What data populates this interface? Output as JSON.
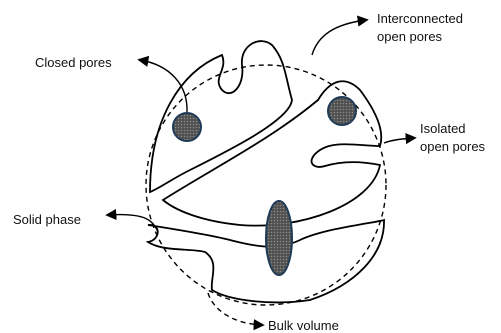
{
  "labels": {
    "closed_pores": "Closed pores",
    "interconnected_open_pores": [
      "Interconnected",
      "open pores"
    ],
    "isolated_open_pores": [
      "Isolated",
      "open pores"
    ],
    "solid_phase": "Solid phase",
    "bulk_volume": "Bulk volume"
  },
  "colors": {
    "line": "#000000",
    "pore_fill": "#4f4f4f",
    "pore_stroke": "#1f3b57",
    "background": "#ffffff"
  }
}
